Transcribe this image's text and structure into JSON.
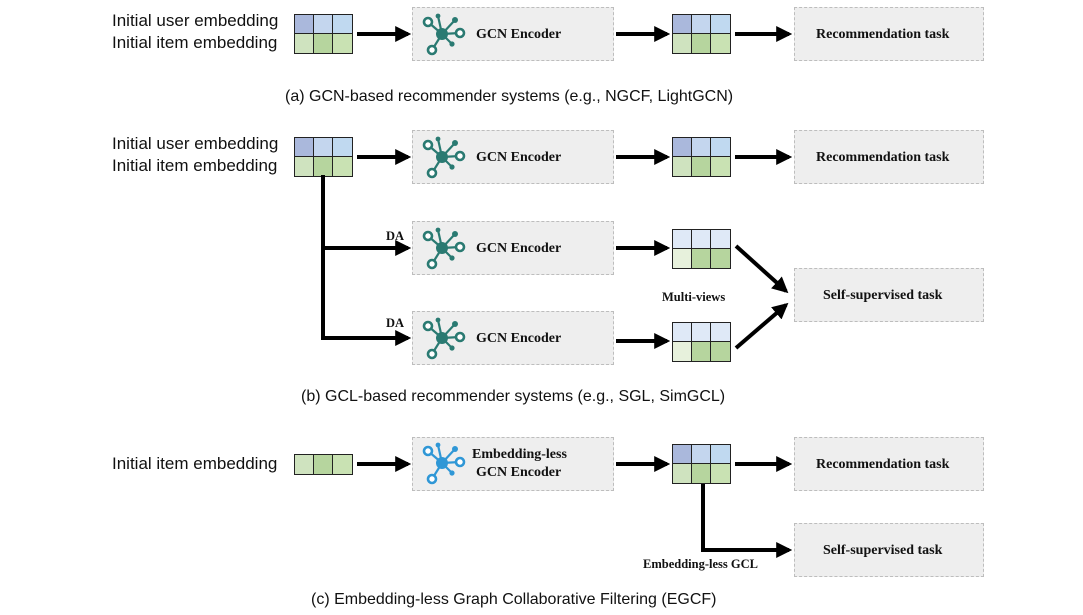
{
  "labels": {
    "initial_user": "Initial user embedding",
    "initial_item": "Initial item embedding",
    "gcn_encoder": "GCN Encoder",
    "embedding_less_line1": "Embedding-less",
    "embedding_less_line2": "GCN Encoder",
    "recommendation_task": "Recommendation task",
    "self_supervised_task": "Self-supervised task",
    "da": "DA",
    "multi_views": "Multi-views",
    "embedding_less_gcl": "Embedding-less GCL"
  },
  "captions": {
    "a": "(a) GCN-based recommender systems (e.g., NGCF, LightGCN)",
    "b": "(b) GCL-based recommender systems (e.g., SGL, SimGCL)",
    "c": "(c) Embedding-less Graph Collaborative Filtering (EGCF)"
  },
  "colors": {
    "user_row": "#b9cbe9",
    "item_row": "#c2dcae",
    "box_fill": "#eeeeee",
    "box_border": "#bdbdbd",
    "node_teal": "#2a7a72",
    "node_blue": "#2f97d6",
    "arrow": "#000000"
  },
  "icons": {
    "encoder": "graph-network-icon"
  }
}
